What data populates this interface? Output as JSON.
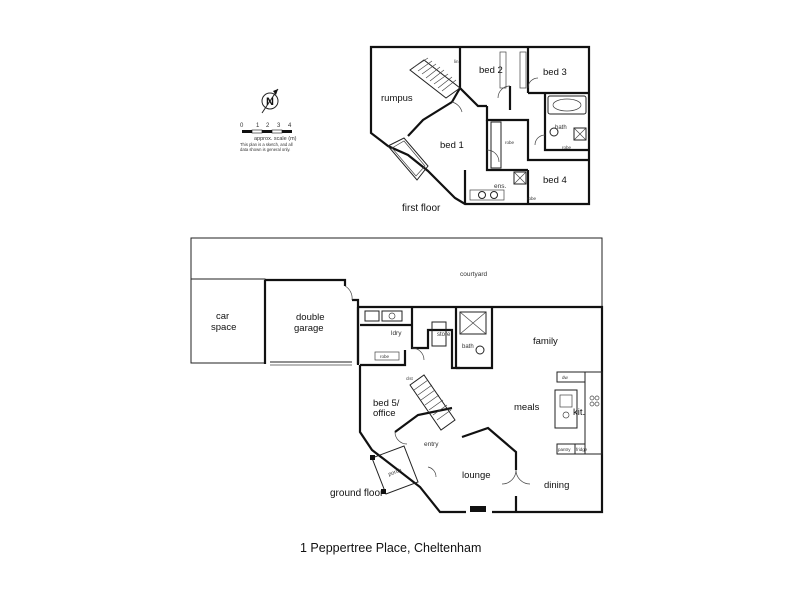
{
  "north": "N",
  "scale": {
    "ticks": [
      "0",
      "1",
      "2",
      "3",
      "4"
    ],
    "label": "approx. scale (m)",
    "note_line1": "This plan is a sketch, and all",
    "note_line2": "data shown is general only."
  },
  "first_floor": {
    "title": "first floor",
    "rooms": {
      "rumpus": "rumpus",
      "bed1": "bed 1",
      "bed2": "bed 2",
      "bed3": "bed 3",
      "bath": "bath",
      "ens": "ens.",
      "bed4": "bed 4"
    },
    "fixtures": {
      "robe1": "robe",
      "robe2": "robe",
      "robe3": "robe",
      "linen": "lin"
    }
  },
  "ground_floor": {
    "title": "ground floor",
    "rooms": {
      "courtyard": "courtyard",
      "car_space": "car\nspace",
      "double_garage": "double\ngarage",
      "ldry": "ldry",
      "store": "store",
      "bath": "bath",
      "family": "family",
      "meals": "meals",
      "kit": "kit.",
      "bed5": "bed 5/\noffice",
      "entry": "entry",
      "lounge": "lounge",
      "dining": "dining",
      "porch": "porch"
    },
    "fixtures": {
      "pantry": "pantry",
      "fridge": "fridge",
      "robe": "robe",
      "dw": "dw",
      "coats": "clst"
    }
  },
  "address": "1 Peppertree Place, Cheltenham"
}
